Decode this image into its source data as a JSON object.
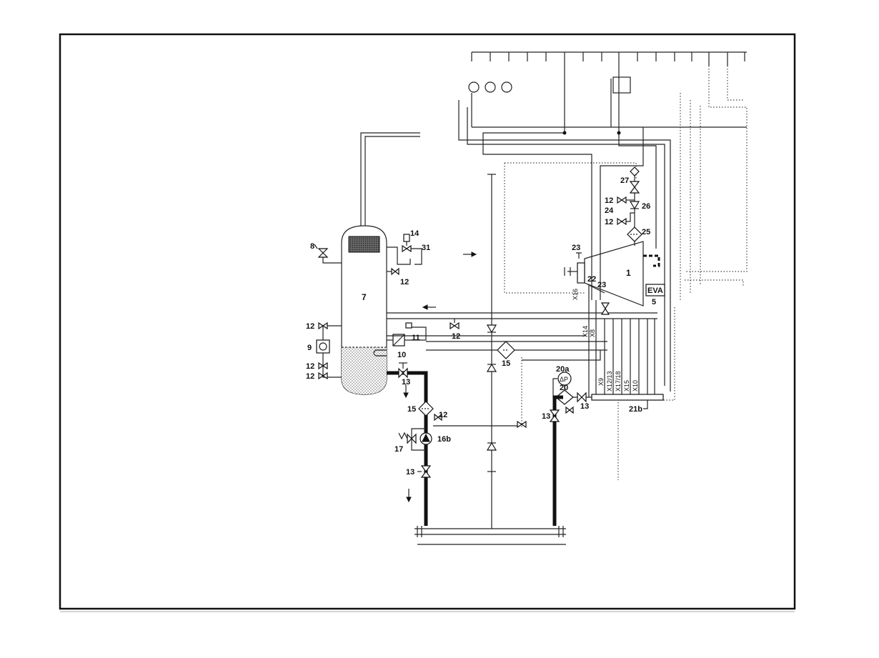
{
  "labels": {
    "n1": "1",
    "n5": "5",
    "n7": "7",
    "n8": "8",
    "n9": "9",
    "n10": "10",
    "n11": "11",
    "n12a": "12",
    "n12b": "12",
    "n12c": "12",
    "n12d": "12",
    "n12e": "12",
    "n12f": "12",
    "n12g": "12",
    "n12h": "12",
    "n13a": "13",
    "n13b": "13",
    "n13c": "13",
    "n13d": "13",
    "n14": "14",
    "n15a": "15",
    "n15b": "15",
    "n16b": "16b",
    "n17": "17",
    "n20": "20",
    "n20a": "20a",
    "n21b": "21b",
    "n22": "22",
    "n23a": "23",
    "n23b": "23",
    "n24": "24",
    "n25": "25",
    "n26": "26",
    "n27": "27",
    "n31": "31",
    "eva": "EVA",
    "dp": "ΔP"
  },
  "terminals": [
    "X16",
    "X14",
    "X8",
    "X9",
    "X12/13",
    "X17/18",
    "X15",
    "X10"
  ],
  "colors": {
    "line": "#111111",
    "dotted": "#444444",
    "liquid": "#c8c8c8",
    "demister": "#888888"
  }
}
